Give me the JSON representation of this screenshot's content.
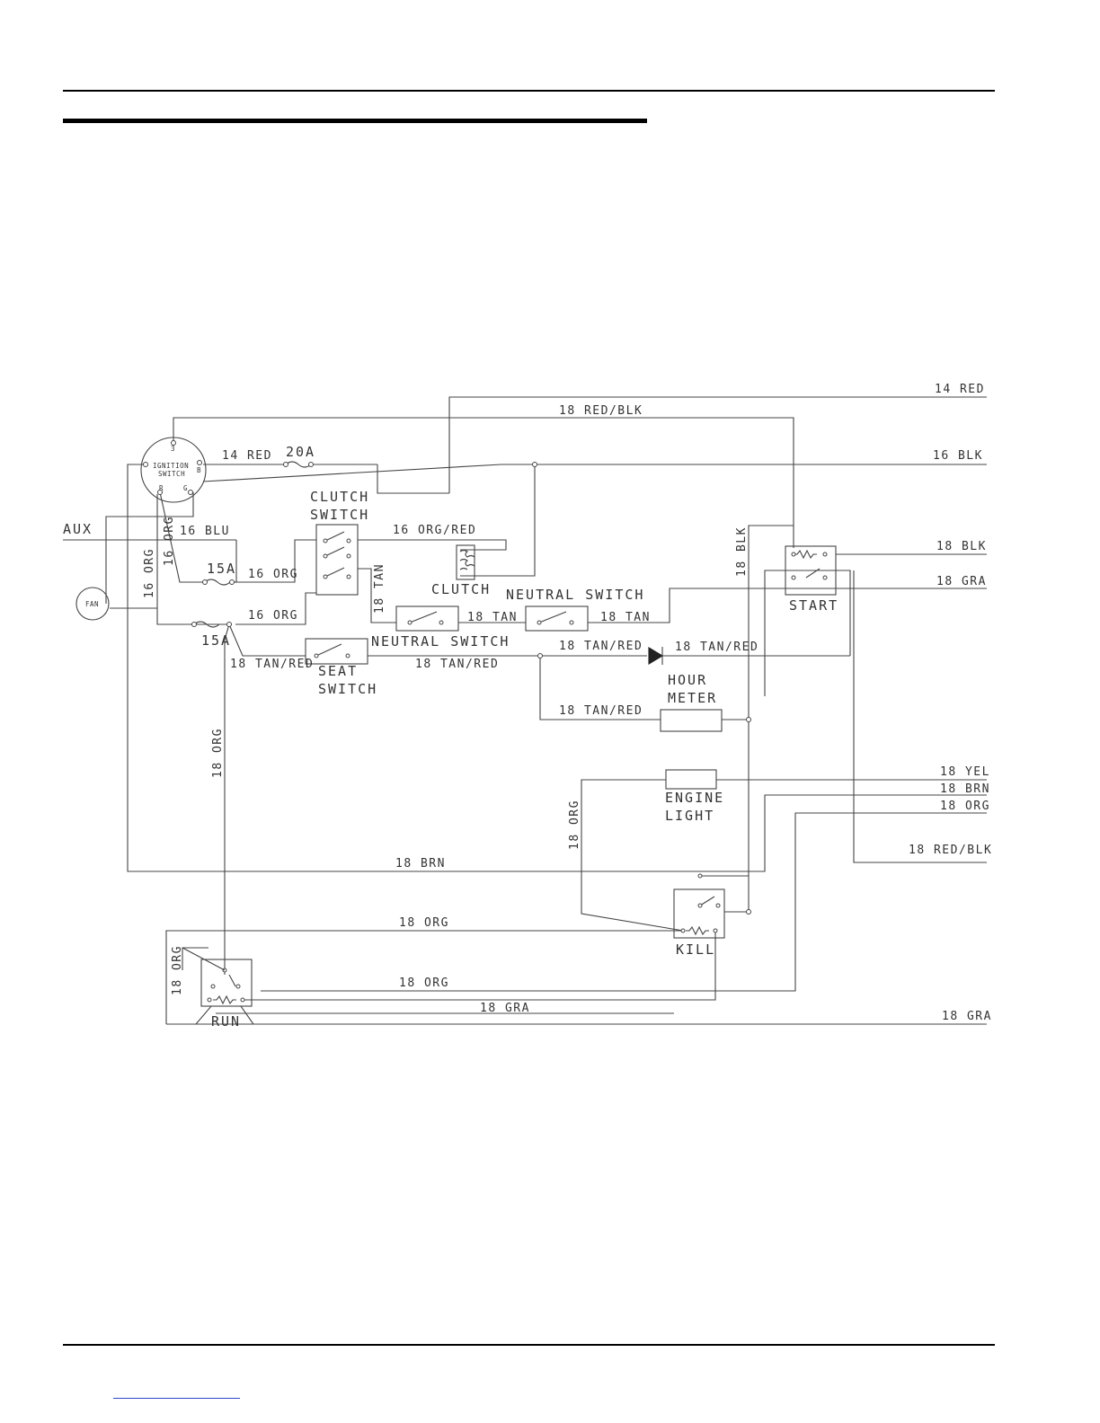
{
  "wires": {
    "red14_top": "14 RED",
    "red_blk_top": "18 RED/BLK",
    "red14_ign": "14 RED",
    "blk16": "16 BLK",
    "blu16": "16 BLU",
    "org_red16": "16 ORG/RED",
    "org16_v": "16 ORG",
    "org16_fuse": "16 ORG",
    "org16_low": "16 ORG",
    "org16_vert": "16 ORG",
    "tan18_v": "18 TAN",
    "tan18_mid": "18 TAN",
    "tan18_right": "18 TAN",
    "blk18_v": "18 BLK",
    "blk18_r": "18 BLK",
    "gra18_r": "18 GRA",
    "tanred_1": "18 TAN/RED",
    "tanred_2": "18 TAN/RED",
    "tanred_3": "18 TAN/RED",
    "tanred_4": "18 TAN/RED",
    "tanred_5": "18 TAN/RED",
    "org18_v": "18 ORG",
    "org18_kill": "18 ORG",
    "yel18": "18 YEL",
    "brn18_r": "18 BRN",
    "org18_r": "18 ORG",
    "red_blk_r": "18 RED/BLK",
    "brn18_mid": "18 BRN",
    "org18_run1": "18 ORG",
    "org18_run2": "18 ORG",
    "org18_runv": "18 ORG",
    "gra18_bot": "18 GRA",
    "gra18_br": "18 GRA"
  },
  "components": {
    "fuse20": "20A",
    "fuse15_a": "15A",
    "fuse15_b": "15A",
    "aux": "AUX",
    "fan": "FAN",
    "ignition_line1": "IGNITION",
    "ignition_line2": "SWITCH",
    "ign_pin3": "3",
    "ign_pinB": "B",
    "ign_pinR": "R",
    "ign_pinG": "G",
    "clutch_switch_1": "CLUTCH",
    "clutch_switch_2": "SWITCH",
    "clutch": "CLUTCH",
    "neutral_switch_top": "NEUTRAL SWITCH",
    "neutral_switch_low": "NEUTRAL SWITCH",
    "seat_1": "SEAT",
    "seat_2": "SWITCH",
    "start": "START",
    "hour_1": "HOUR",
    "hour_2": "METER",
    "engine_1": "ENGINE",
    "engine_2": "LIGHT",
    "kill": "KILL",
    "run": "RUN"
  }
}
